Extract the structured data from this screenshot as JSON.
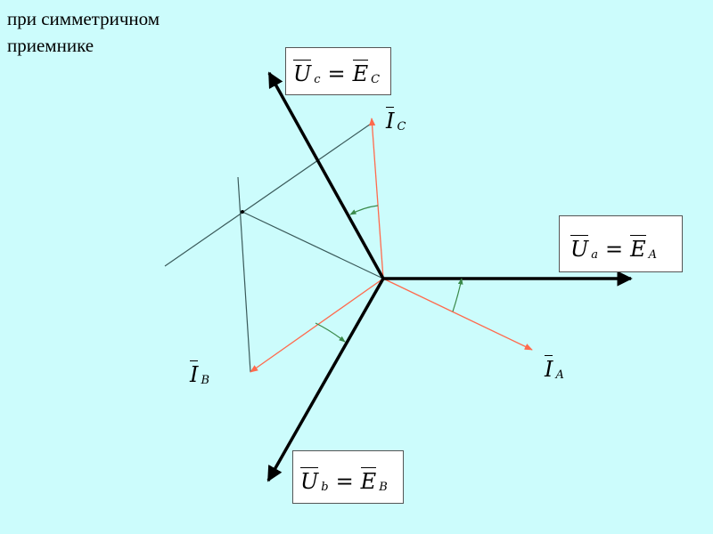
{
  "title": {
    "line1": "при симметричном",
    "line2": "приемнике"
  },
  "labels": {
    "uc": {
      "lhs_symbol": "U",
      "lhs_sub": "c",
      "equals": "=",
      "rhs_symbol": "E",
      "rhs_sub": "C"
    },
    "ua": {
      "lhs_symbol": "U",
      "lhs_sub": "a",
      "equals": "=",
      "rhs_symbol": "E",
      "rhs_sub": "A"
    },
    "ub": {
      "lhs_symbol": "U",
      "lhs_sub": "b",
      "equals": "=",
      "rhs_symbol": "E",
      "rhs_sub": "B"
    },
    "ic": {
      "symbol": "I",
      "sub": "C"
    },
    "ia": {
      "symbol": "I",
      "sub": "A"
    },
    "ib": {
      "symbol": "I",
      "sub": "B"
    }
  },
  "colors": {
    "background": "#ccfcfc",
    "voltage": "#000000",
    "current": "#ff6a4d",
    "construction": "#3a5a5a",
    "angle": "#3a8a4a"
  }
}
